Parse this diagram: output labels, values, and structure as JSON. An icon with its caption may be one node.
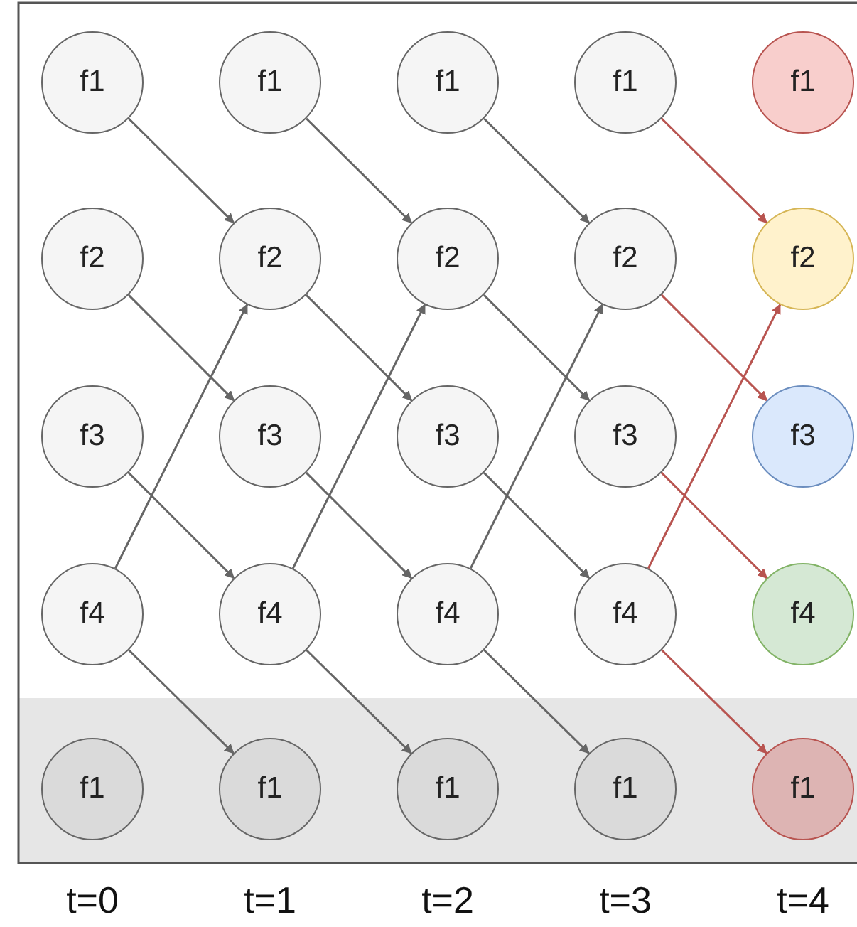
{
  "diagram": {
    "nodes": [
      {
        "text": [
          "f1"
        ]
      },
      {
        "text": [
          "f1"
        ]
      },
      {
        "text": [
          "f1"
        ]
      },
      {
        "text": [
          "f1"
        ]
      },
      {
        "text": [
          "f1"
        ]
      },
      {
        "text": [
          "f2"
        ]
      },
      {
        "text": [
          "f2"
        ]
      },
      {
        "text": [
          "f2"
        ]
      },
      {
        "text": [
          "f2"
        ]
      },
      {
        "text": [
          "f2"
        ]
      },
      {
        "text": [
          "f3"
        ]
      },
      {
        "text": [
          "f3"
        ]
      },
      {
        "text": [
          "f3"
        ]
      },
      {
        "text": [
          "f3"
        ]
      },
      {
        "text": [
          "f3"
        ]
      },
      {
        "text": [
          "f4"
        ]
      },
      {
        "text": [
          "f4"
        ]
      },
      {
        "text": [
          "f4"
        ]
      },
      {
        "text": [
          "f4"
        ]
      },
      {
        "text": [
          "f4"
        ]
      },
      {
        "text": [
          "f1"
        ]
      },
      {
        "text": [
          "f1"
        ]
      },
      {
        "text": [
          "f1"
        ]
      },
      {
        "text": [
          "f1"
        ]
      },
      {
        "text": [
          "f1"
        ]
      }
    ],
    "edges": [
      {
        "from": 0,
        "to": 6,
        "arrow": "to"
      },
      {
        "from": 5,
        "to": 11,
        "arrow": "to"
      },
      {
        "from": 10,
        "to": 16,
        "arrow": "to"
      },
      {
        "from": 15,
        "to": 6,
        "arrow": "to"
      },
      {
        "from": 15,
        "to": 21,
        "arrow": "to"
      },
      {
        "from": 1,
        "to": 7,
        "arrow": "to"
      },
      {
        "from": 6,
        "to": 12,
        "arrow": "to"
      },
      {
        "from": 11,
        "to": 17,
        "arrow": "to"
      },
      {
        "from": 16,
        "to": 7,
        "arrow": "to"
      },
      {
        "from": 16,
        "to": 22,
        "arrow": "to"
      },
      {
        "from": 2,
        "to": 8,
        "arrow": "to"
      },
      {
        "from": 7,
        "to": 13,
        "arrow": "to"
      },
      {
        "from": 12,
        "to": 18,
        "arrow": "to"
      },
      {
        "from": 17,
        "to": 8,
        "arrow": "to"
      },
      {
        "from": 17,
        "to": 23,
        "arrow": "to"
      },
      {
        "from": 3,
        "to": 9,
        "arrow": "to",
        "color": "#b85450"
      },
      {
        "from": 8,
        "to": 14,
        "arrow": "to",
        "color": "#b85450"
      },
      {
        "from": 13,
        "to": 19,
        "arrow": "to",
        "color": "#b85450"
      },
      {
        "from": 18,
        "to": 9,
        "arrow": "to",
        "color": "#b85450"
      },
      {
        "from": 18,
        "to": 24,
        "arrow": "to",
        "color": "#b85450"
      }
    ],
    "labels": [
      "t=0",
      "t=1",
      "t=2",
      "t=3",
      "t=4"
    ]
  }
}
